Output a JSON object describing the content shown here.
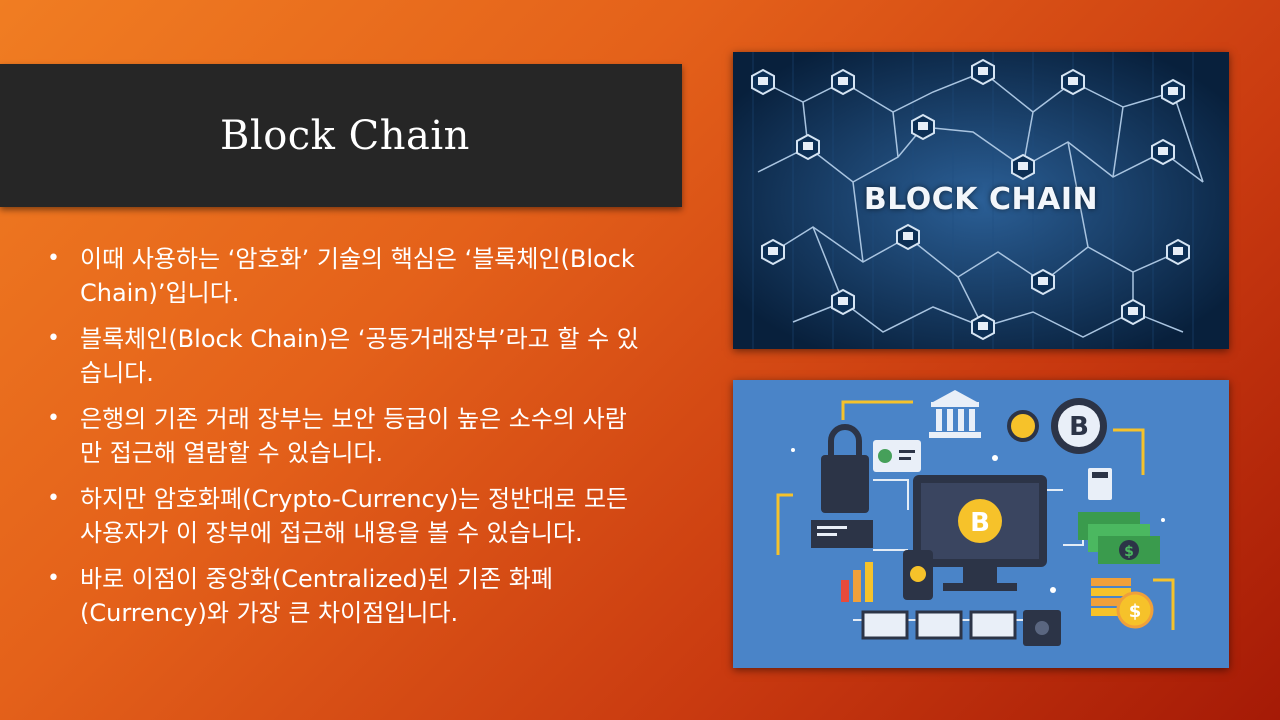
{
  "slide": {
    "title": "Block Chain",
    "bullets": [
      "이때 사용하는 ‘암호화’ 기술의 핵심은 ‘블록체인(Block Chain)’입니다.",
      "블록체인(Block Chain)은 ‘공동거래장부’라고 할 수 있습니다.",
      "은행의 기존 거래 장부는 보안 등급이 높은 소수의 사람만 접근해 열람할 수 있습니다.",
      "하지만 암호화폐(Crypto-Currency)는 정반대로 모든 사용자가 이 장부에 접근해 내용을 볼 수 있습니다.",
      "바로 이점이 중앙화(Centralized)된 기존 화폐(Currency)와 가장 큰 차이점입니다."
    ],
    "bullet_symbol": "•",
    "image1": {
      "label": "BLOCK CHAIN",
      "icon": "blockchain-network-image"
    },
    "image2": {
      "icon": "crypto-currency-illustration",
      "coin_symbol": "B",
      "dollar_symbol": "$"
    }
  }
}
